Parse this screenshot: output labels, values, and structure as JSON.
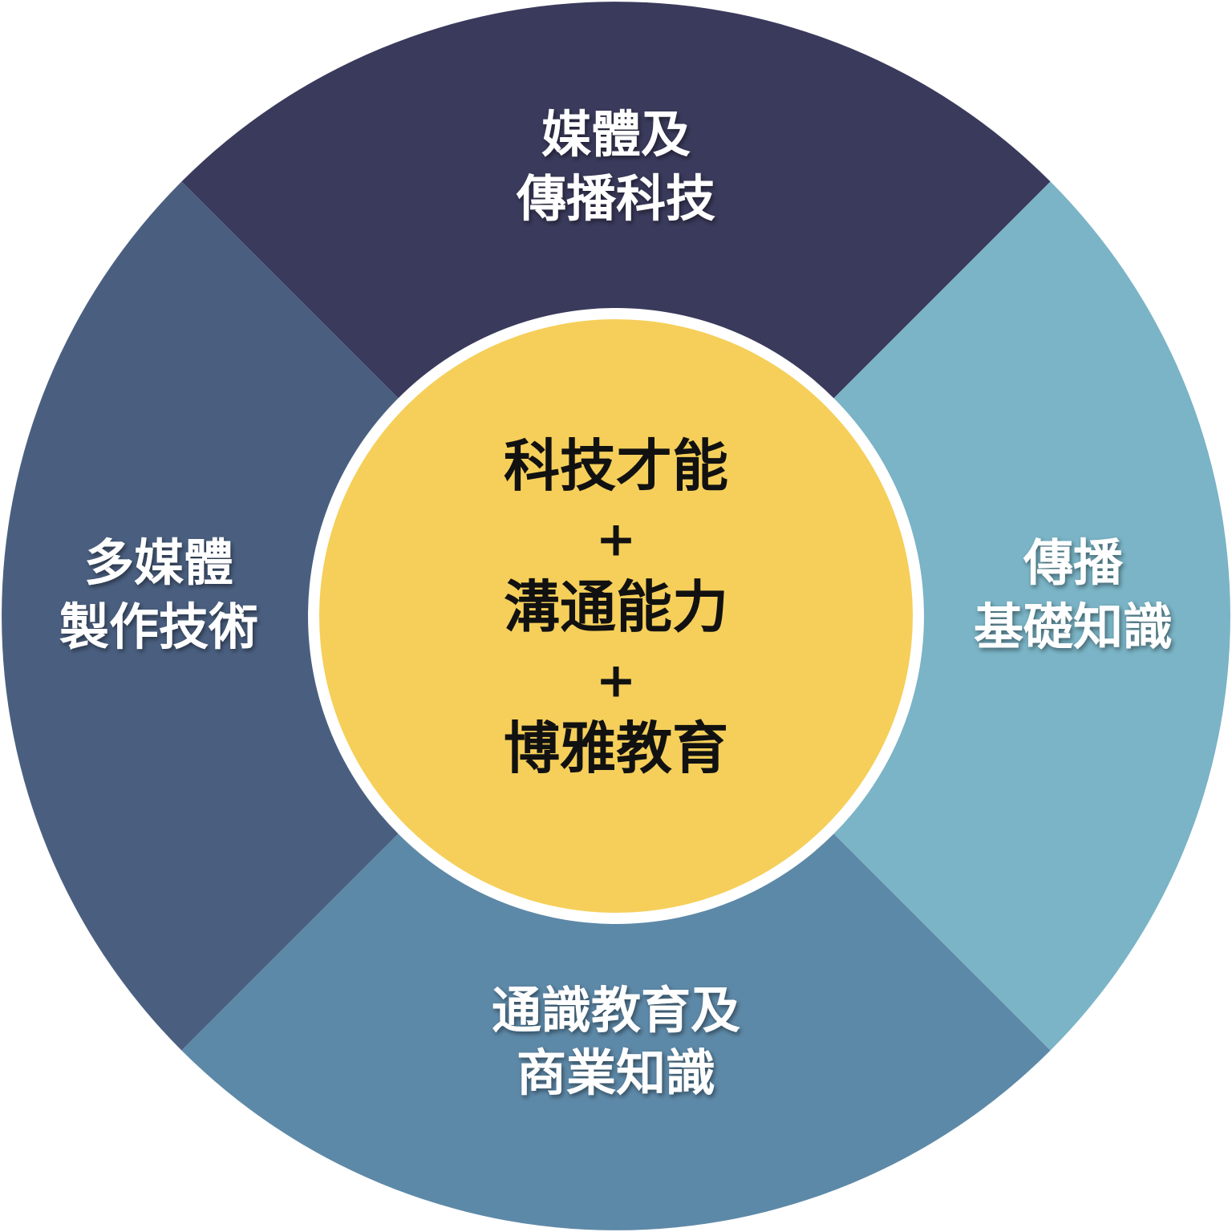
{
  "colors": {
    "top": "#3a3a5c",
    "left": "#4a5f80",
    "right": "#7ab4c6",
    "bottom": "#5d89a8",
    "center": "#f5cf5a",
    "ring": "#ffffff"
  },
  "segments": {
    "top": {
      "lines": [
        "媒體及",
        "傳播科技"
      ]
    },
    "left": {
      "lines": [
        "多媒體",
        "製作技術"
      ]
    },
    "right": {
      "lines": [
        "傳播",
        "基礎知識"
      ]
    },
    "bottom": {
      "lines": [
        "通識教育及",
        "商業知識"
      ]
    }
  },
  "center": {
    "lines": [
      "科技才能",
      "+",
      "溝通能力",
      "+",
      "博雅教育"
    ]
  }
}
